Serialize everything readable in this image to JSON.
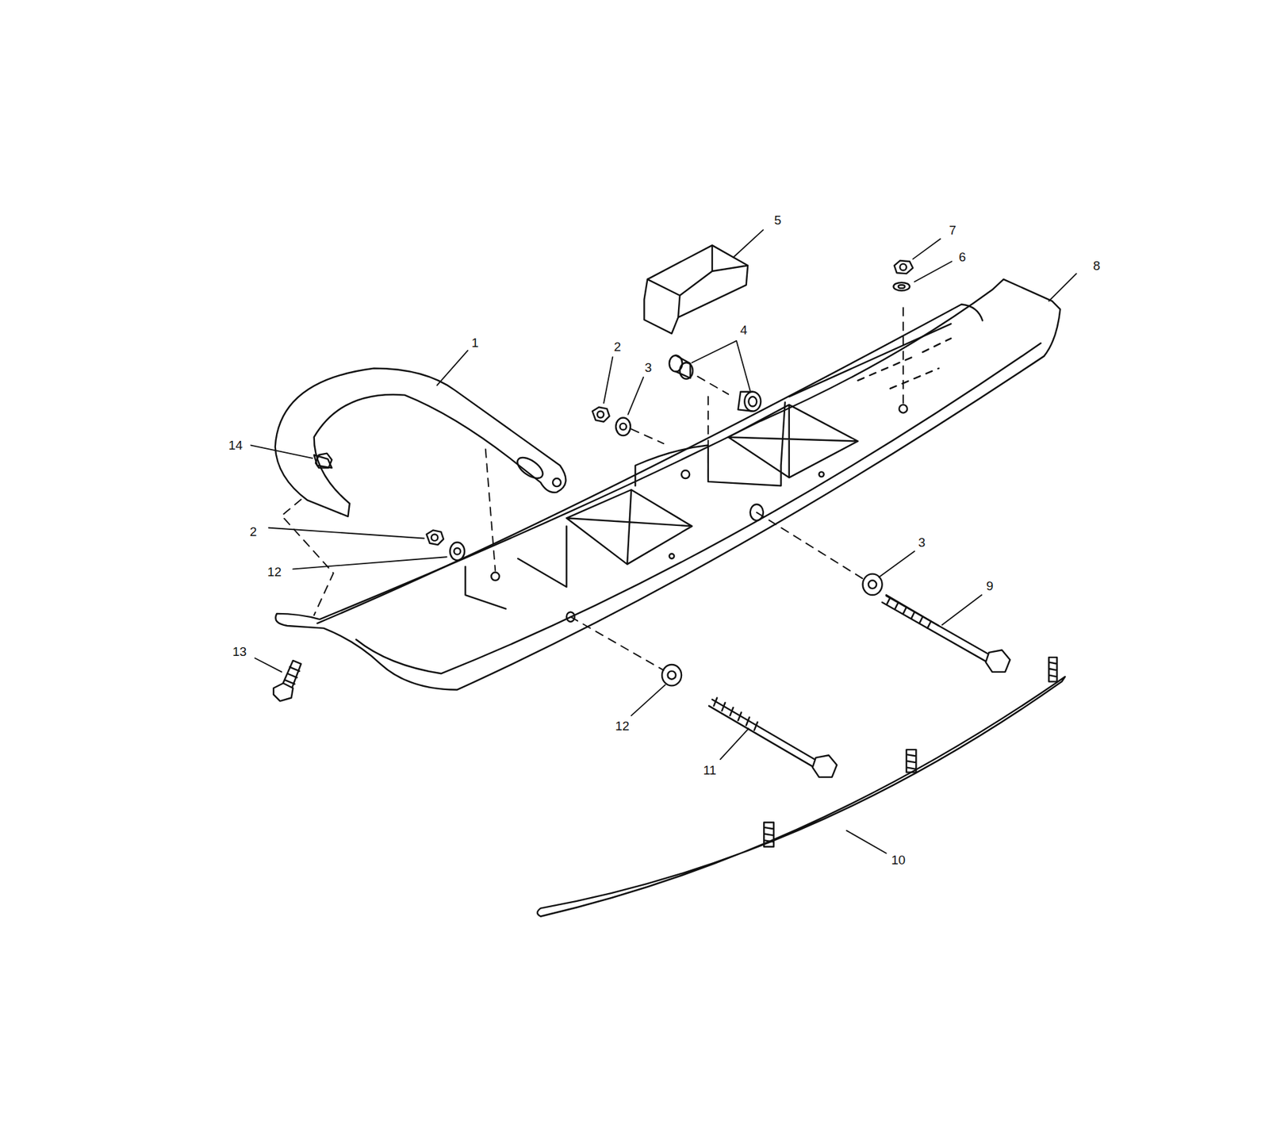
{
  "diagram": {
    "labels": [
      "5",
      "7",
      "6",
      "8",
      "1",
      "2",
      "3",
      "4",
      "14",
      "2",
      "12",
      "3",
      "9",
      "13",
      "12",
      "11",
      "10"
    ]
  }
}
